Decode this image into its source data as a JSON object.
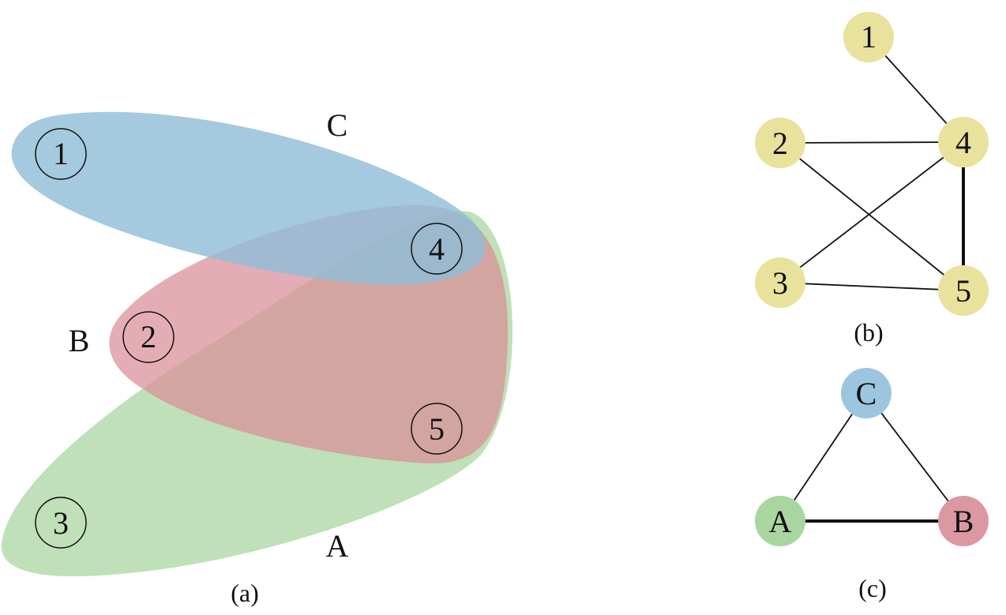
{
  "panel_a": {
    "caption": "(a)",
    "sets": [
      {
        "id": "C",
        "label": "C",
        "color": "#8fbdd8",
        "members": [
          "1",
          "4"
        ]
      },
      {
        "id": "B",
        "label": "B",
        "color": "#d98e98",
        "members": [
          "2",
          "4",
          "5"
        ]
      },
      {
        "id": "A",
        "label": "A",
        "color": "#a9d6a0",
        "members": [
          "3",
          "4",
          "5"
        ]
      }
    ],
    "vertices": [
      "1",
      "2",
      "3",
      "4",
      "5"
    ]
  },
  "panel_b": {
    "caption": "(b)",
    "node_color": "#e8e29d",
    "nodes": [
      "1",
      "2",
      "3",
      "4",
      "5"
    ],
    "edges": [
      {
        "from": "1",
        "to": "4",
        "weight": "thin"
      },
      {
        "from": "2",
        "to": "4",
        "weight": "thin"
      },
      {
        "from": "2",
        "to": "5",
        "weight": "thin"
      },
      {
        "from": "3",
        "to": "4",
        "weight": "thin"
      },
      {
        "from": "3",
        "to": "5",
        "weight": "thin"
      },
      {
        "from": "4",
        "to": "5",
        "weight": "thick"
      }
    ]
  },
  "panel_c": {
    "caption": "(c)",
    "nodes": [
      {
        "id": "C",
        "label": "C",
        "color": "#9cc6e0"
      },
      {
        "id": "A",
        "label": "A",
        "color": "#a9d6a0"
      },
      {
        "id": "B",
        "label": "B",
        "color": "#dc98a2"
      }
    ],
    "edges": [
      {
        "from": "C",
        "to": "A",
        "weight": "thin"
      },
      {
        "from": "C",
        "to": "B",
        "weight": "thin"
      },
      {
        "from": "A",
        "to": "B",
        "weight": "thick"
      }
    ]
  }
}
